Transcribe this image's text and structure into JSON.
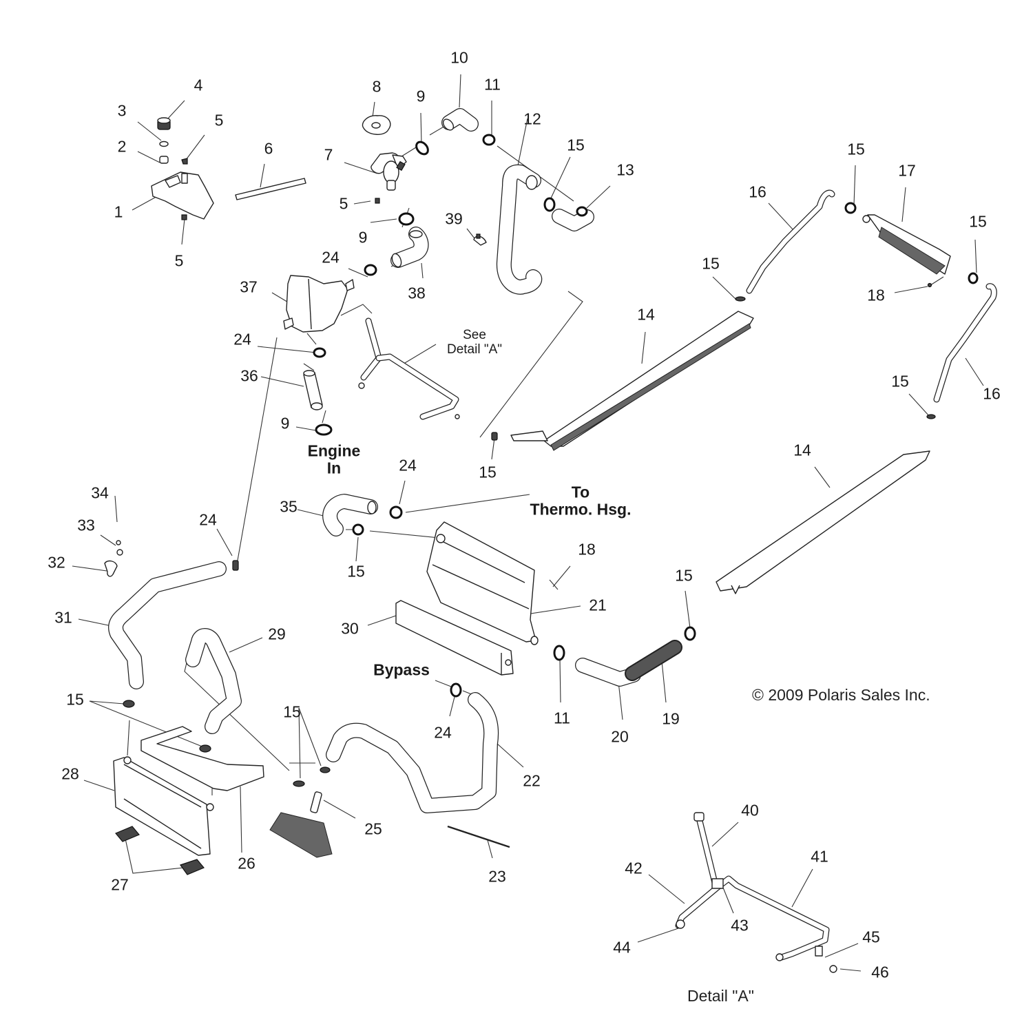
{
  "diagram": {
    "title": "Cooling system exploded parts diagram",
    "copyright": "© 2009 Polaris Sales Inc.",
    "detail_title": "Detail \"A\"",
    "notes": {
      "see_detail": "See\nDetail \"A\"",
      "engine_in": "Engine\nIn",
      "to_thermo": "To\nThermo. Hsg.",
      "bypass": "Bypass"
    },
    "callouts": [
      {
        "id": "c1",
        "label": "1"
      },
      {
        "id": "c2",
        "label": "2"
      },
      {
        "id": "c3",
        "label": "3"
      },
      {
        "id": "c4",
        "label": "4"
      },
      {
        "id": "c5a",
        "label": "5"
      },
      {
        "id": "c5b",
        "label": "5"
      },
      {
        "id": "c5c",
        "label": "5"
      },
      {
        "id": "c6",
        "label": "6"
      },
      {
        "id": "c7",
        "label": "7"
      },
      {
        "id": "c8",
        "label": "8"
      },
      {
        "id": "c9a",
        "label": "9"
      },
      {
        "id": "c9b",
        "label": "9"
      },
      {
        "id": "c9c",
        "label": "9"
      },
      {
        "id": "c10",
        "label": "10"
      },
      {
        "id": "c11a",
        "label": "11"
      },
      {
        "id": "c11b",
        "label": "11"
      },
      {
        "id": "c12",
        "label": "12"
      },
      {
        "id": "c13",
        "label": "13"
      },
      {
        "id": "c14a",
        "label": "14"
      },
      {
        "id": "c14b",
        "label": "14"
      },
      {
        "id": "c15a",
        "label": "15"
      },
      {
        "id": "c15b",
        "label": "15"
      },
      {
        "id": "c15c",
        "label": "15"
      },
      {
        "id": "c15d",
        "label": "15"
      },
      {
        "id": "c15e",
        "label": "15"
      },
      {
        "id": "c15f",
        "label": "15"
      },
      {
        "id": "c15g",
        "label": "15"
      },
      {
        "id": "c15h",
        "label": "15"
      },
      {
        "id": "c15i",
        "label": "15"
      },
      {
        "id": "c15j",
        "label": "15"
      },
      {
        "id": "c16a",
        "label": "16"
      },
      {
        "id": "c16b",
        "label": "16"
      },
      {
        "id": "c17",
        "label": "17"
      },
      {
        "id": "c18a",
        "label": "18"
      },
      {
        "id": "c18b",
        "label": "18"
      },
      {
        "id": "c19",
        "label": "19"
      },
      {
        "id": "c20",
        "label": "20"
      },
      {
        "id": "c21",
        "label": "21"
      },
      {
        "id": "c22",
        "label": "22"
      },
      {
        "id": "c23",
        "label": "23"
      },
      {
        "id": "c24a",
        "label": "24"
      },
      {
        "id": "c24b",
        "label": "24"
      },
      {
        "id": "c24c",
        "label": "24"
      },
      {
        "id": "c24d",
        "label": "24"
      },
      {
        "id": "c24e",
        "label": "24"
      },
      {
        "id": "c25",
        "label": "25"
      },
      {
        "id": "c26",
        "label": "26"
      },
      {
        "id": "c27",
        "label": "27"
      },
      {
        "id": "c28",
        "label": "28"
      },
      {
        "id": "c29",
        "label": "29"
      },
      {
        "id": "c30",
        "label": "30"
      },
      {
        "id": "c31",
        "label": "31"
      },
      {
        "id": "c32",
        "label": "32"
      },
      {
        "id": "c33",
        "label": "33"
      },
      {
        "id": "c34",
        "label": "34"
      },
      {
        "id": "c35",
        "label": "35"
      },
      {
        "id": "c36",
        "label": "36"
      },
      {
        "id": "c37",
        "label": "37"
      },
      {
        "id": "c38",
        "label": "38"
      },
      {
        "id": "c39",
        "label": "39"
      },
      {
        "id": "c40",
        "label": "40"
      },
      {
        "id": "c41",
        "label": "41"
      },
      {
        "id": "c42",
        "label": "42"
      },
      {
        "id": "c43",
        "label": "43"
      },
      {
        "id": "c44",
        "label": "44"
      },
      {
        "id": "c45",
        "label": "45"
      },
      {
        "id": "c46",
        "label": "46"
      }
    ]
  }
}
